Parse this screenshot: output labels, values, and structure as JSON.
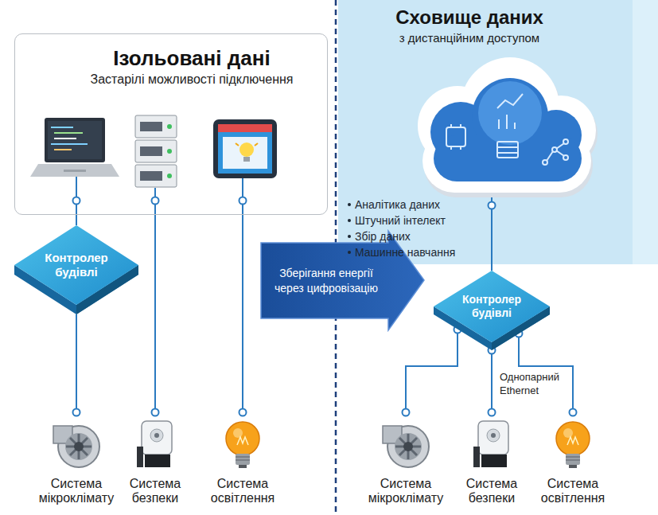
{
  "diagram": {
    "nodes": [
      {
        "text": [
          "Ізольовані дані",
          "Застарілі можливості підключення"
        ]
      },
      {
        "text": [
          "Сховище даних",
          "з дистанційним доступом"
        ]
      },
      {
        "text": [
          "Контролер будівлі"
        ]
      },
      {
        "text": [
          "Зберігання енергії через цифровізацію"
        ]
      },
      {
        "text": [
          "Контролер будівлі"
        ]
      },
      {
        "text": [
          "Система мікроклімату"
        ]
      },
      {
        "text": [
          "Система безпеки"
        ]
      },
      {
        "text": [
          "Система освітлення"
        ]
      },
      {
        "text": [
          "Система мікроклімату"
        ]
      },
      {
        "text": [
          "Система безпеки"
        ]
      },
      {
        "text": [
          "Система освітлення"
        ]
      }
    ],
    "edges": [
      {
        "from": 0,
        "to": 2,
        "arrow": "none"
      },
      {
        "from": 2,
        "to": 5,
        "arrow": "none"
      },
      {
        "from": 0,
        "to": 6,
        "arrow": "none"
      },
      {
        "from": 0,
        "to": 7,
        "arrow": "none"
      },
      {
        "from": 1,
        "to": 4,
        "arrow": "none"
      },
      {
        "from": 4,
        "to": 8,
        "arrow": "none"
      },
      {
        "from": 4,
        "to": 9,
        "arrow": "none"
      },
      {
        "from": 4,
        "to": 10,
        "label": "Однопарний Ethernet",
        "arrow": "none"
      }
    ],
    "labels": [
      "Аналітика даних",
      "Штучний інтелект",
      "Збір даних",
      "Машинне навчання"
    ]
  }
}
